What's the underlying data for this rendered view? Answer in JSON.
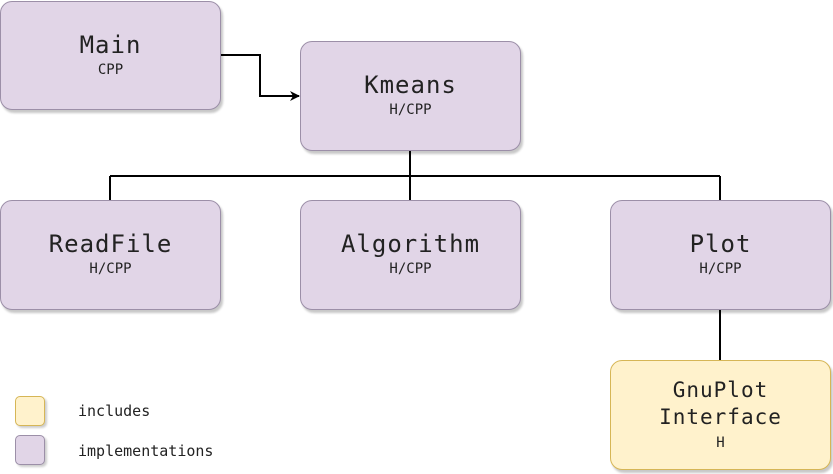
{
  "nodes": {
    "main": {
      "title": "Main",
      "sub": "CPP"
    },
    "kmeans": {
      "title": "Kmeans",
      "sub": "H/CPP"
    },
    "readfile": {
      "title": "ReadFile",
      "sub": "H/CPP"
    },
    "algorithm": {
      "title": "Algorithm",
      "sub": "H/CPP"
    },
    "plot": {
      "title": "Plot",
      "sub": "H/CPP"
    },
    "gnuplot": {
      "title": "GnuPlot\nInterface",
      "sub": "H"
    }
  },
  "legend": {
    "includes": "includes",
    "implementations": "implementations"
  },
  "colors": {
    "implementation_fill": "#e1d5e7",
    "include_fill": "#fff2cc",
    "line": "#000000"
  }
}
